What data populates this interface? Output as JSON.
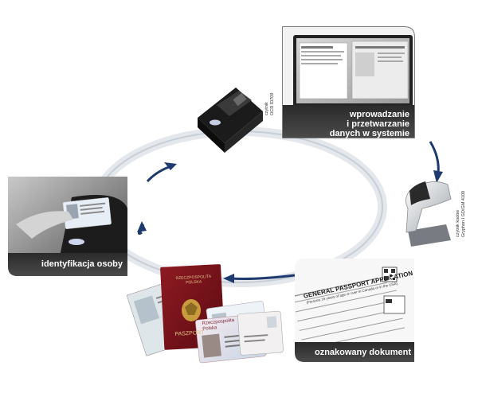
{
  "steps": {
    "top_right": {
      "lines": [
        "wprowadzanie",
        "i przetwarzanie",
        "danych w systemie"
      ]
    },
    "left": {
      "label": "identyfikacja osoby"
    },
    "bottom_right": {
      "label": "oznakowany dokument"
    }
  },
  "devices": {
    "ocr_reader": {
      "lines": [
        "czytnik",
        "OCR ID709"
      ]
    },
    "barcode_scanner": {
      "lines": [
        "czytnik kodów",
        "Gryphon I GD/GM 4100"
      ]
    }
  },
  "documents": {
    "passport_header": [
      "RZECZPOSPOLITA",
      "POLSKA"
    ],
    "passport_footer": "PASZPORT",
    "id_card_header": [
      "Rzeczpospolita",
      "Polska"
    ],
    "form_title": "GENERAL PASSPORT APPLICATION",
    "form_subtitle": "(Persons 16 years of age or over in Canada or in the USA)"
  },
  "colors": {
    "panel": "#3d3d3d",
    "cycle_arrow": "#1e3a6e",
    "cycle_ring": "#dfe3e8"
  }
}
